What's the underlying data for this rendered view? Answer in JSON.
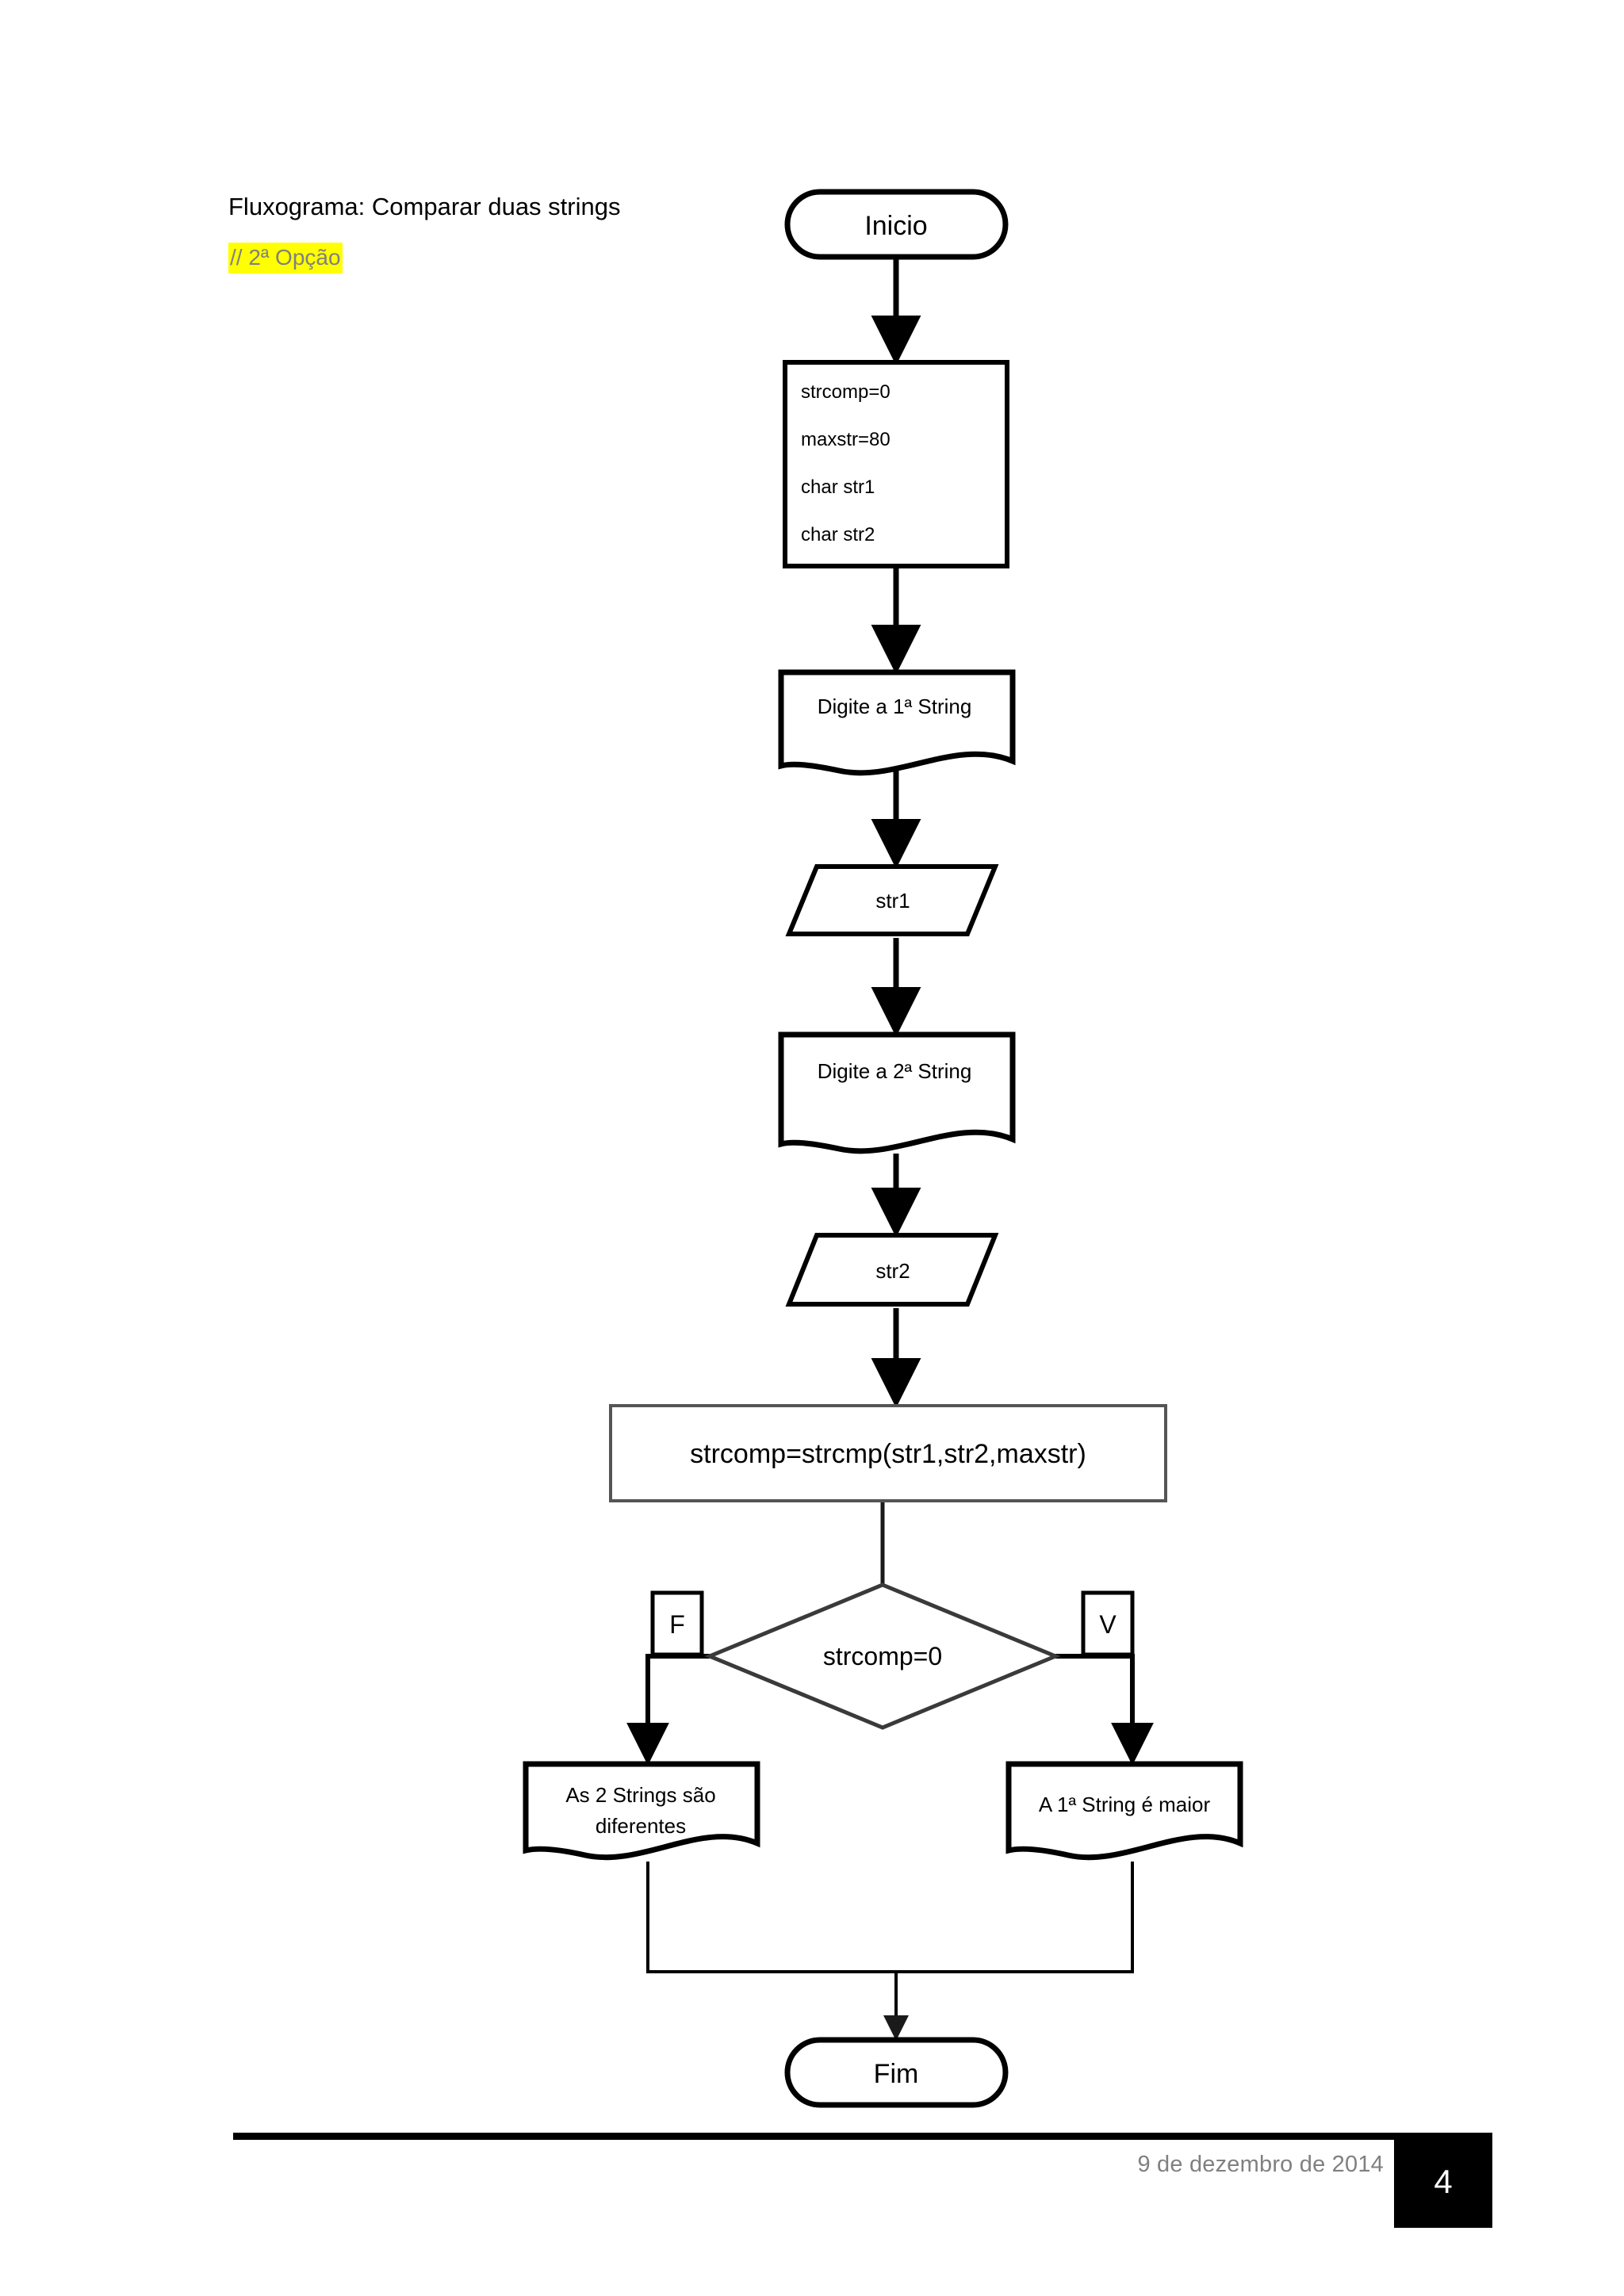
{
  "document": {
    "heading": {
      "title": "Fluxograma: Comparar duas strings",
      "note": "// 2ª Opção",
      "note_highlight_color": "#ffff00",
      "note_text_color": "#808080"
    },
    "footer": {
      "date": "9 de dezembro de 2014",
      "page_number": "4"
    }
  },
  "flowchart": {
    "type": "flowchart",
    "title": "Fluxograma: Comparar duas strings",
    "nodes": {
      "start": {
        "shape": "terminator",
        "label": "Inicio"
      },
      "declare": {
        "shape": "process-box",
        "lines": [
          "strcomp=0",
          "maxstr=80",
          "char str1",
          "char str2"
        ]
      },
      "prompt1": {
        "shape": "document",
        "label": "Digite a 1ª String"
      },
      "input1": {
        "shape": "parallelogram",
        "label": "str1"
      },
      "prompt2": {
        "shape": "document",
        "label": "Digite a 2ª String"
      },
      "input2": {
        "shape": "parallelogram",
        "label": "str2"
      },
      "process": {
        "shape": "process",
        "label": "strcomp=strcmp(str1,str2,maxstr)"
      },
      "decision": {
        "shape": "diamond",
        "label": "strcomp=0"
      },
      "branch_false_label": {
        "shape": "label-box",
        "label": "F"
      },
      "branch_true_label": {
        "shape": "label-box",
        "label": "V"
      },
      "out_false": {
        "shape": "document",
        "line1": "As 2 Strings são",
        "line2": "diferentes"
      },
      "out_true": {
        "shape": "document",
        "label": "A 1ª String é maior"
      },
      "end": {
        "shape": "terminator",
        "label": "Fim"
      }
    },
    "edges": [
      {
        "from": "start",
        "to": "declare"
      },
      {
        "from": "declare",
        "to": "prompt1"
      },
      {
        "from": "prompt1",
        "to": "input1"
      },
      {
        "from": "input1",
        "to": "prompt2"
      },
      {
        "from": "prompt2",
        "to": "input2"
      },
      {
        "from": "input2",
        "to": "process"
      },
      {
        "from": "process",
        "to": "decision"
      },
      {
        "from": "decision",
        "to": "out_false",
        "label": "F"
      },
      {
        "from": "decision",
        "to": "out_true",
        "label": "V"
      },
      {
        "from": "out_false",
        "to": "end"
      },
      {
        "from": "out_true",
        "to": "end"
      }
    ],
    "colors": {
      "stroke_heavy": "#000000",
      "stroke_thin": "#3a3a3a",
      "fill": "#ffffff"
    }
  }
}
